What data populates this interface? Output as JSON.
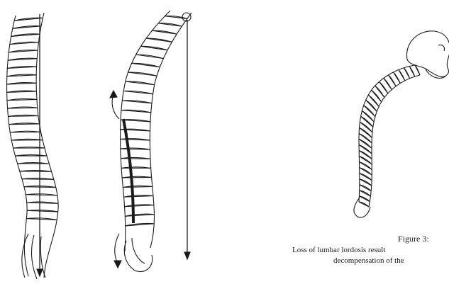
{
  "figure": {
    "label": "Figure 3:",
    "caption_line1": "Loss of lumbar lordosis result",
    "caption_line2": "decompensation of the"
  },
  "colors": {
    "ink": "#1a1a1a",
    "background": "#ffffff"
  },
  "diagram": {
    "panels": [
      {
        "name": "normal-spine",
        "icon": "spine-drawing-with-plumb-line"
      },
      {
        "name": "flatback-spine",
        "icon": "spine-drawing-with-rotation-arrows"
      },
      {
        "name": "kyphotic-spine-with-skull",
        "icon": "spine-drawing-with-skull"
      }
    ]
  }
}
